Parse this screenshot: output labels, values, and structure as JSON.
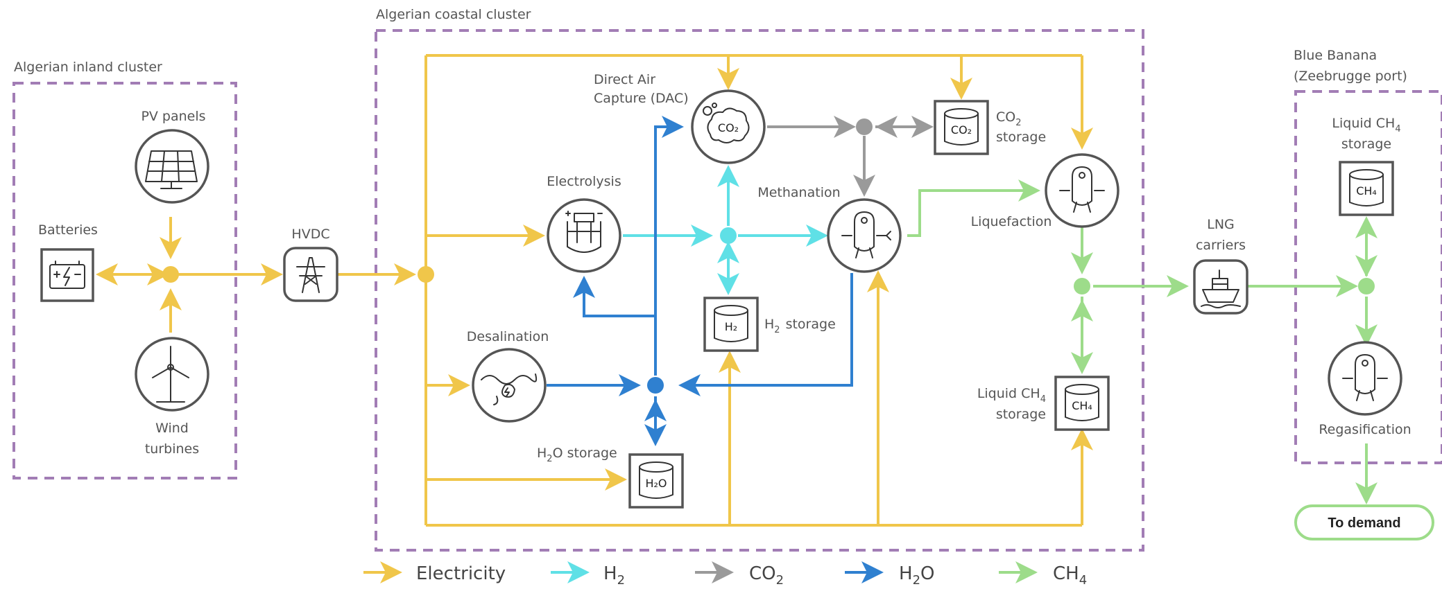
{
  "colors": {
    "electricity": "#f0c64a",
    "h2": "#5fe0e6",
    "co2": "#9a9a9a",
    "h2o": "#2f80d0",
    "ch4": "#9ddc8a",
    "cluster_border": "#a27db5"
  },
  "clusters": {
    "inland": "Algerian inland cluster",
    "coastal": "Algerian coastal cluster",
    "blue_banana_line1": "Blue Banana",
    "blue_banana_line2": "(Zeebrugge port)"
  },
  "nodes": {
    "pv_panels": "PV panels",
    "batteries": "Batteries",
    "wind_line1": "Wind",
    "wind_line2": "turbines",
    "hvdc": "HVDC",
    "dac_line1": "Direct Air",
    "dac_line2": "Capture (DAC)",
    "co2_storage_sub": "2",
    "co2_storage_word": "storage",
    "co2_storage_prefix": "CO",
    "electrolysis": "Electrolysis",
    "methanation": "Methanation",
    "liquefaction": "Liquefaction",
    "desalination": "Desalination",
    "h2_storage_prefix": "H",
    "h2_storage_sub": "2",
    "h2_storage_word": "storage",
    "h2o_storage_prefix": "H",
    "h2o_storage_sub": "2",
    "h2o_storage_word": "O storage",
    "liquid_ch4_prefix": "Liquid CH",
    "liquid_ch4_sub": "4",
    "liquid_ch4_storage": "storage",
    "lng_line1": "LNG",
    "lng_line2": "carriers",
    "regasification": "Regasification",
    "to_demand": "To demand"
  },
  "inbox_labels": {
    "co2_bubble": "CO₂",
    "co2_box": "CO₂",
    "h2_box": "H₂",
    "h2o_box": "H₂O",
    "ch4_box": "CH₄",
    "ch4_box_bb": "CH₄"
  },
  "legend": [
    {
      "label": "Electricity",
      "color_key": "electricity"
    },
    {
      "label": "H",
      "sub": "2",
      "color_key": "h2"
    },
    {
      "label": "CO",
      "sub": "2",
      "color_key": "co2"
    },
    {
      "label": "H",
      "sub": "2",
      "suffix": "O",
      "color_key": "h2o"
    },
    {
      "label": "CH",
      "sub": "4",
      "color_key": "ch4"
    }
  ]
}
